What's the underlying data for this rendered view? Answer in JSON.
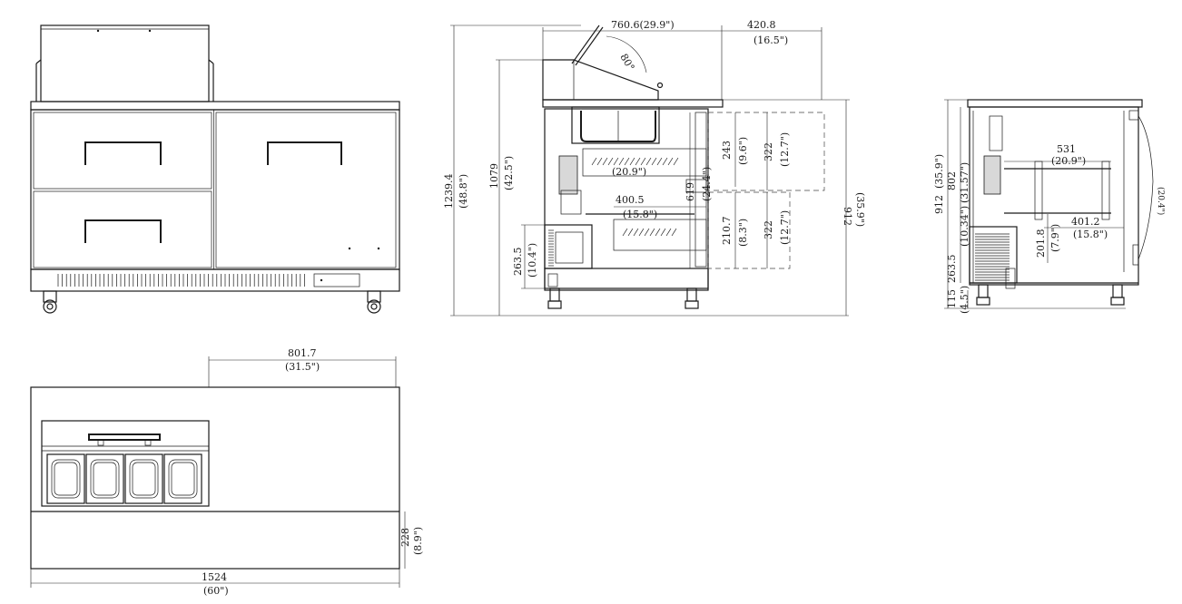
{
  "front_view": {},
  "side_view": {
    "lid_depth": "760.6(29.9\")",
    "rear_offset": "420.8",
    "rear_offset_in": "(16.5\")",
    "lid_angle": "80°",
    "total_height": "1239.4",
    "total_height_in": "(48.8\")",
    "top_height": "1079",
    "top_height_in": "(42.5\")",
    "upper_shelf_width_in": "(20.9\")",
    "lower_drawer_depth": "400.5",
    "lower_drawer_depth_in": "(15.8\")",
    "drawer_height_a": "243",
    "drawer_height_a_in": "(9.6\")",
    "drawer_clear_a": "322",
    "drawer_clear_a_in": "(12.7\")",
    "inner_height": "619",
    "inner_height_in": "(24.4\")",
    "drawer_height_b": "210.7",
    "drawer_height_b_in": "(8.3\")",
    "drawer_clear_b": "322",
    "drawer_clear_b_in": "(12.7\")",
    "counter_height": "912",
    "counter_height_in": "(35.9\")",
    "comp_height": "263.5",
    "comp_height_in": "(10.4\")"
  },
  "end_view": {
    "shelf_width": "531",
    "shelf_width_in": "(20.9\")",
    "height": "912",
    "height_in": "(35.9\")",
    "inner_h": "802",
    "inner_h_in": "(31.57\")",
    "comp_h": "263.5",
    "comp_h_in": "(10.34\")",
    "shelf_gap": "201.8",
    "shelf_gap_in": "(7.9\")",
    "shelf_depth": "401.2",
    "shelf_depth_in": "(15.8\")",
    "leg_h": "115",
    "leg_h_in": "(4.5\")",
    "door_swing_in": "(20.4\")"
  },
  "top_view": {
    "prep_depth": "801.7",
    "prep_depth_in": "(31.5\")",
    "board_depth": "228",
    "board_depth_in": "(8.9\")",
    "overall_width": "1524",
    "overall_width_in": "(60\")"
  }
}
